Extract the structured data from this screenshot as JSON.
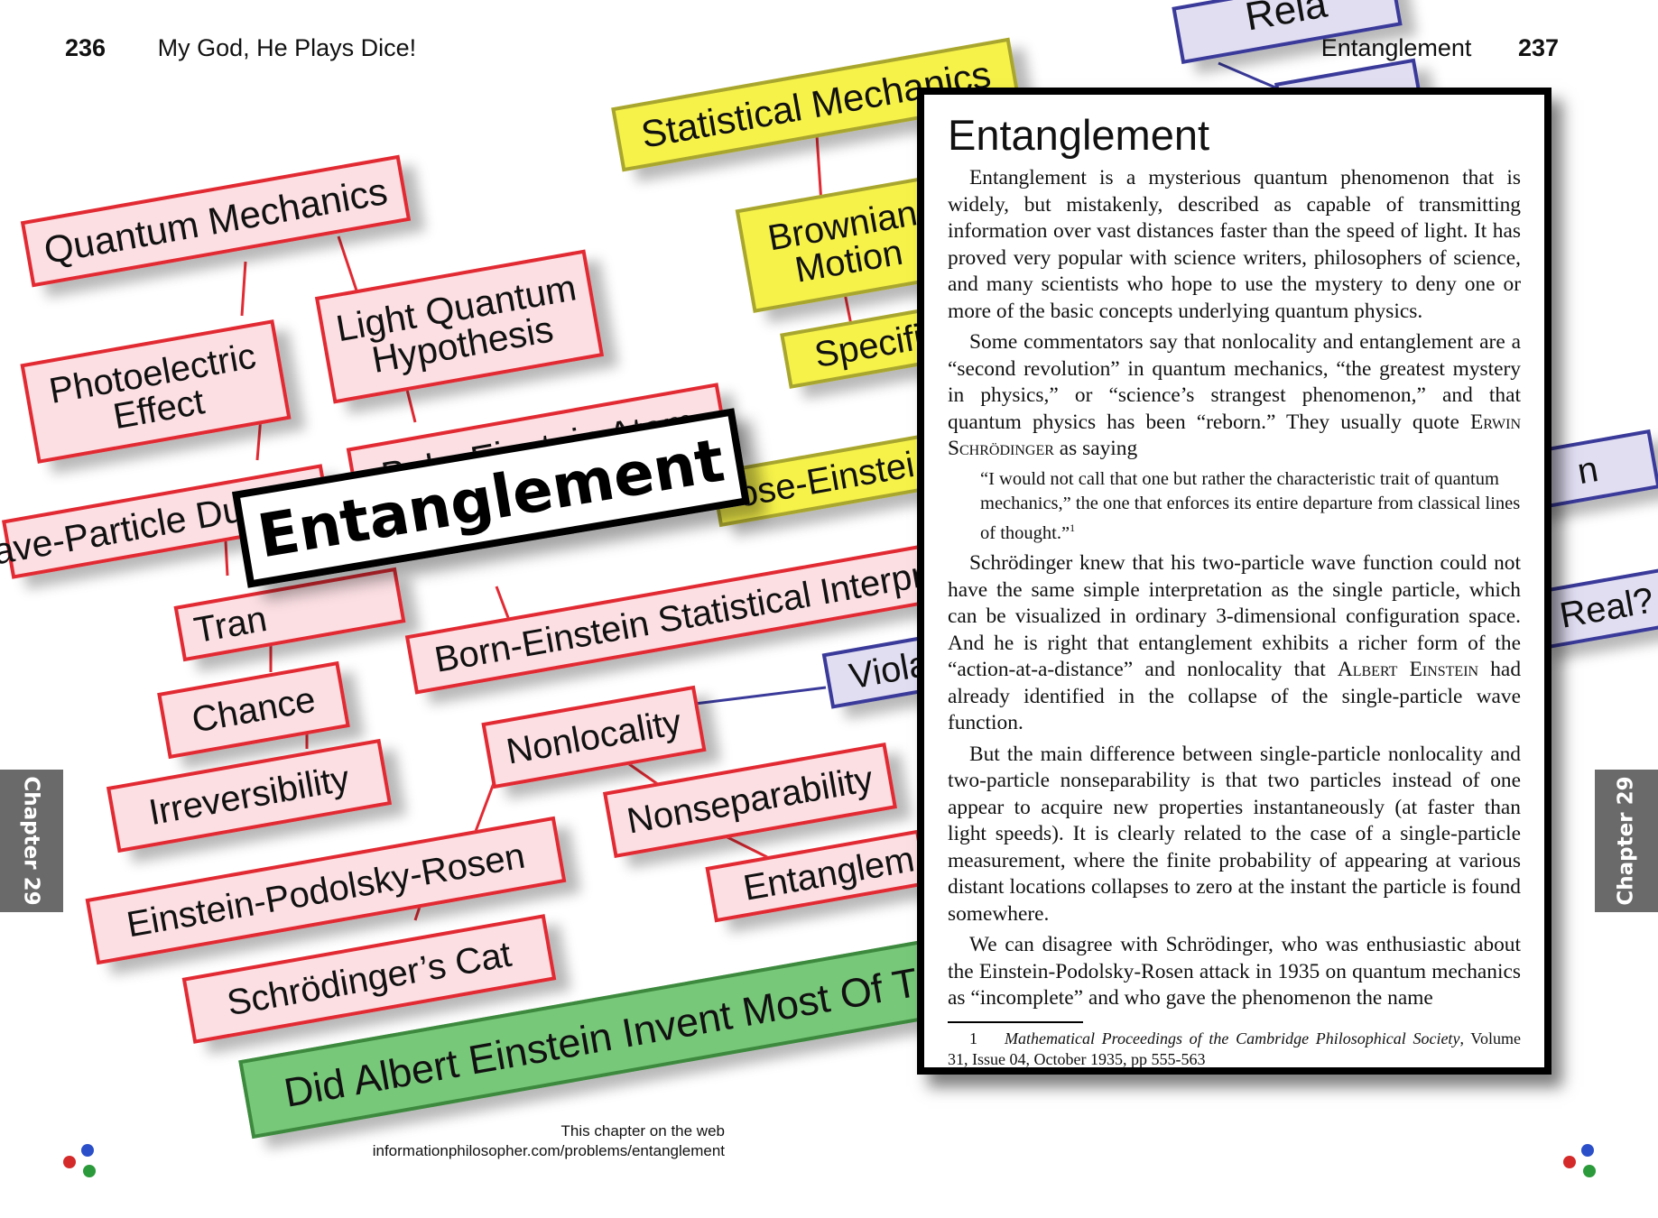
{
  "left_page": {
    "number": "236",
    "running_title": "My God, He Plays Dice!"
  },
  "right_page": {
    "number": "237",
    "running_title": "Entanglement"
  },
  "main_title": "Entanglement",
  "concept_map": {
    "nodes": {
      "statistical_mechanics": "Statistical Mechanics",
      "relativity_partial": "Rela",
      "quantum_mechanics": "Quantum Mechanics",
      "light_quantum": "Light Quantum Hypothesis",
      "photoelectric": "Photoelectric Effect",
      "brownian": "Brownian Motion",
      "specific": "Specifi",
      "bohr_einstein": "Bohr-Einstein Atom",
      "wave_particle": "ave-Particle Duality",
      "bose_einstein": "ose-Einstei",
      "transition": "Tran",
      "born_einstein": "Born-Einstein Statistical Interpre",
      "chance": "Chance",
      "violation": "Viola",
      "nonlocality": "Nonlocality",
      "irreversibility": "Irreversibility",
      "nonseparability": "Nonseparability",
      "epr": "Einstein-Podolsky-Rosen",
      "entanglement_small": "Entanglem",
      "schrodingers_cat": "Schrödinger’s Cat",
      "did_einstein": "Did Albert Einstein Invent Most Of T",
      "right_n": "n",
      "right_real": "Real?"
    }
  },
  "article": {
    "heading": "Entanglement",
    "p1": "Entanglement is a mysterious quantum phenomenon that is widely, but mistakenly, described as capable of transmitting information over vast distances faster than the speed of light. It has proved very popular with science writers, philosophers of science, and many scientists who hope to use the mystery to deny one or more of the basic concepts underlying quantum physics.",
    "p2a": "Some commentators say that nonlocality and entanglement are a “second revolution” in quantum mechanics, “the greatest mystery in physics,” or “science’s strangest phenomenon,” and that quantum physics has been “reborn.” They usually quote ",
    "p2_name": "Erwin Schrödinger",
    "p2b": " as saying",
    "quote": "“I would not call that one but rather the characteristic trait of quantum mechanics,” the one that enforces its entire departure from classical lines of thought.”",
    "quote_ref": "1",
    "p3a": "Schrödinger knew that his two-particle wave function could not have the same simple interpretation as the single particle, which can be visualized in ordinary 3-dimensional configuration space. And he is right that entanglement exhibits a richer form of the “action-at-a-distance” and nonlocality that ",
    "p3_name": "Albert Einstein",
    "p3b": " had already identified in the collapse of the single-particle wave function.",
    "p4": "But the main difference between single-particle nonlocality and two-particle nonseparability is that two particles instead of one appear to acquire new properties instantaneously (at faster than light speeds). It is clearly related to the case of a single-particle measurement, where the finite probability of appearing at various distant locations collapses to zero at the instant the particle is found somewhere.",
    "p5": "We can disagree with Schrödinger, who was enthusiastic about the Einstein-Podolsky-Rosen attack in 1935 on quantum mechanics as “incomplete” and who gave the phenomenon the name",
    "footnote_num": "1",
    "footnote_title": "Mathematical Proceedings of the Cambridge Philosophical Society",
    "footnote_rest": ", Volume 31, Issue 04, October 1935, pp 555-563"
  },
  "chapter_tab": "Chapter 29",
  "web_note": {
    "line1": "This chapter on the web",
    "line2": "informationphilosopher.com/problems/entanglement"
  },
  "colors": {
    "pink_fill": "#fbdfe3",
    "pink_border": "#e22a33",
    "yellow_fill": "#f6f24a",
    "lavender_fill": "#e1def2",
    "green_fill": "#78c87a",
    "logo_red": "#d42a2a",
    "logo_blue": "#2a4fc9",
    "logo_green": "#2a9a3a"
  }
}
